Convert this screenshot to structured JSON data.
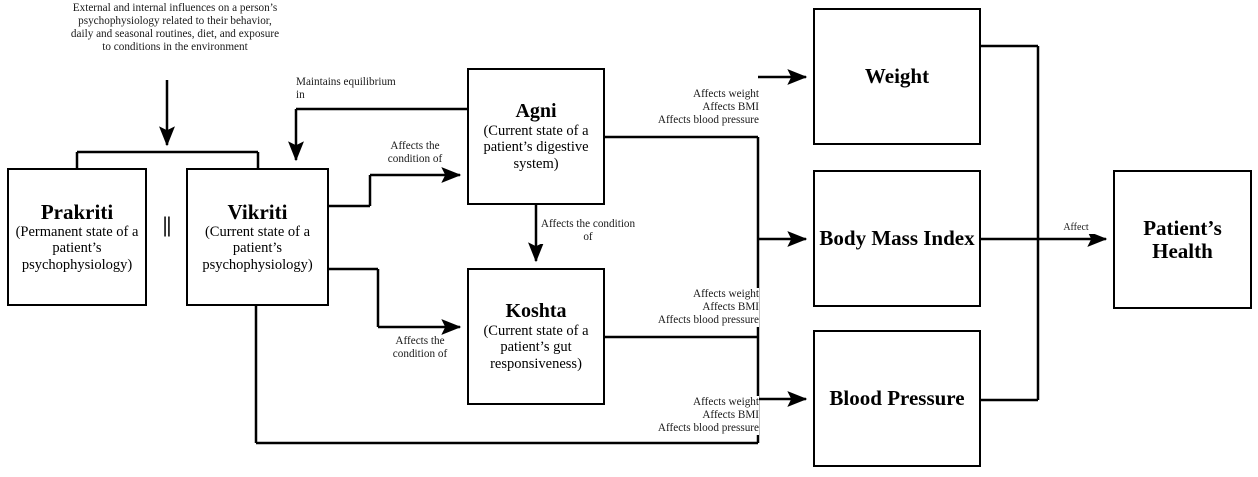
{
  "diagram": {
    "title": "Ayurvedic psychophysiology influence flow diagram",
    "stroke_color": "#000000",
    "background_color": "#ffffff",
    "text_color": "#1a1a1a"
  },
  "nodes": {
    "prakriti": {
      "title": "Prakriti",
      "subtitle": "(Permanent state of a patient’s psychophysiology)"
    },
    "vikriti": {
      "title": "Vikriti",
      "subtitle": "(Current state of a patient’s psychophysiology)"
    },
    "agni": {
      "title": "Agni",
      "subtitle": "(Current state of a patient’s digestive system)"
    },
    "koshta": {
      "title": "Koshta",
      "subtitle": "(Current state of a patient’s gut responsiveness)"
    },
    "weight": {
      "title": "Weight",
      "subtitle": ""
    },
    "bmi": {
      "title": "Body Mass Index",
      "subtitle": ""
    },
    "blood_pressure": {
      "title": "Blood Pressure",
      "subtitle": ""
    },
    "patient_health": {
      "title": "Patient’s Health",
      "subtitle": ""
    }
  },
  "equality_symbol": "||",
  "edge_labels": {
    "external_influences": "External and internal influences on a person’s psychophysiology related to their behavior, daily and seasonal routines, diet, and exposure to conditions in the environment",
    "maintains_equilibrium": "Maintains equilibrium in",
    "affects_condition_agni": "Affects the condition of",
    "affects_condition_agni_to_koshta": "Affects the condition of",
    "affects_condition_koshta": "Affects the condition of",
    "agni_outputs": "Affects weight\nAffects BMI\nAffects blood pressure",
    "koshta_outputs": "Affects weight\nAffects BMI\nAffects blood pressure",
    "vikriti_outputs": "Affects weight\nAffects BMI\nAffects blood pressure",
    "affect_health": "Affect"
  }
}
